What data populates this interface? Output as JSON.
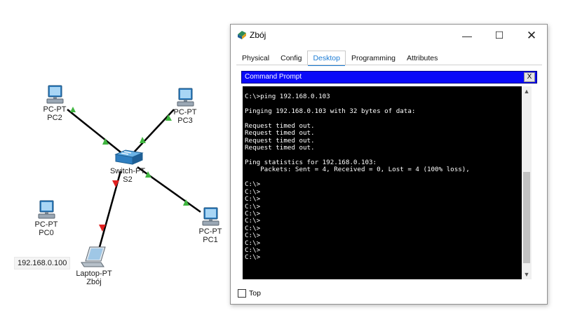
{
  "topology": {
    "devices": [
      {
        "type": "PC-PT",
        "name": "PC2"
      },
      {
        "type": "PC-PT",
        "name": "PC3"
      },
      {
        "type": "Switch-PT",
        "name": "S2"
      },
      {
        "type": "PC-PT",
        "name": "PC0"
      },
      {
        "type": "PC-PT",
        "name": "PC1"
      },
      {
        "type": "Laptop-PT",
        "name": "Zbój"
      }
    ],
    "ip_note": "192.168.0.100",
    "link_colors": {
      "up": "#3fb53f",
      "down": "#e02020",
      "cable": "#000000"
    }
  },
  "window": {
    "title": "Zbój",
    "controls": {
      "minimize": "—",
      "maximize": "☐",
      "close": "✕"
    },
    "tabs": [
      "Physical",
      "Config",
      "Desktop",
      "Programming",
      "Attributes"
    ],
    "active_tab": "Desktop",
    "command_prompt": {
      "title": "Command Prompt",
      "close_label": "X",
      "lines": [
        "",
        "C:\\>ping 192.168.0.103",
        "",
        "Pinging 192.168.0.103 with 32 bytes of data:",
        "",
        "Request timed out.",
        "Request timed out.",
        "Request timed out.",
        "Request timed out.",
        "",
        "Ping statistics for 192.168.0.103:",
        "    Packets: Sent = 4, Received = 0, Lost = 4 (100% loss),",
        "",
        "C:\\>",
        "C:\\>",
        "C:\\>",
        "C:\\>",
        "C:\\>",
        "C:\\>",
        "C:\\>",
        "C:\\>",
        "C:\\>",
        "C:\\>",
        "C:\\>"
      ]
    },
    "top_checkbox": {
      "label": "Top",
      "checked": false
    }
  }
}
